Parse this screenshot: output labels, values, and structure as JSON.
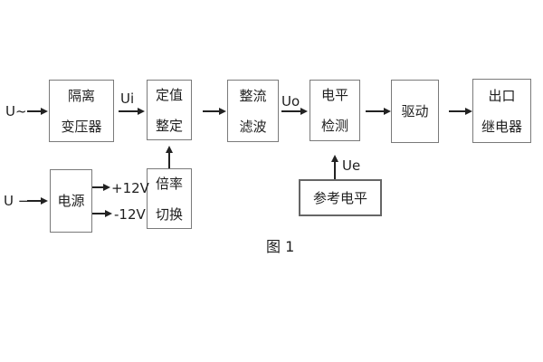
{
  "figure": {
    "caption": "图 1",
    "colors": {
      "background": "#ffffff",
      "box_border": "#7a7a7a",
      "reference_box_border": "#666666",
      "ink": "#1f1f1f"
    },
    "inputs": {
      "ac": "U~",
      "dc": "U −"
    },
    "signals": {
      "ui": "Ui",
      "uo": "Uo",
      "ue": "Ue"
    },
    "rails": {
      "positive": "+12V",
      "negative": "-12V"
    },
    "blocks": [
      {
        "name": "isolation-transformer",
        "lines": [
          "隔离",
          "变压器"
        ]
      },
      {
        "name": "setting-adjustment",
        "lines": [
          "定值",
          "整定"
        ]
      },
      {
        "name": "rectifier-filter",
        "lines": [
          "整流",
          "滤波"
        ]
      },
      {
        "name": "level-detection",
        "lines": [
          "电平",
          "检测"
        ]
      },
      {
        "name": "driver",
        "lines": [
          "驱动"
        ]
      },
      {
        "name": "output-relay",
        "lines": [
          "出口",
          "继电器"
        ]
      },
      {
        "name": "power-supply",
        "lines": [
          "电源"
        ]
      },
      {
        "name": "multiplier-switch",
        "lines": [
          "倍率",
          "切换"
        ]
      },
      {
        "name": "reference-level",
        "lines": [
          "参考电平"
        ]
      }
    ]
  }
}
